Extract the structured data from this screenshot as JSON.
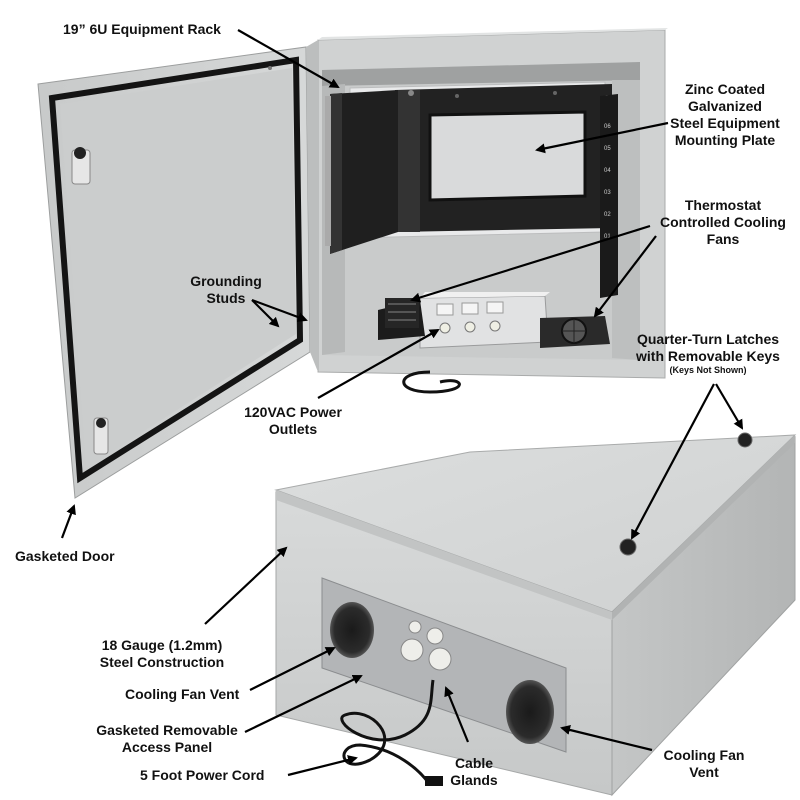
{
  "labels": {
    "rack": "19” 6U Equipment Rack",
    "zinc_line1": "Zinc Coated",
    "zinc_line2": "Galvanized",
    "zinc_line3": "Steel Equipment",
    "zinc_line4": "Mounting Plate",
    "thermo_line1": "Thermostat",
    "thermo_line2": "Controlled Cooling",
    "thermo_line3": "Fans",
    "grounding_line1": "Grounding",
    "grounding_line2": "Studs",
    "latch_line1": "Quarter-Turn Latches",
    "latch_line2": "with Removable Keys",
    "latch_note": "(Keys Not Shown)",
    "outlets_line1": "120VAC Power",
    "outlets_line2": "Outlets",
    "door": "Gasketed Door",
    "gauge_line1": "18 Gauge (1.2mm)",
    "gauge_line2": "Steel Construction",
    "fan_vent_left": "Cooling Fan Vent",
    "panel_line1": "Gasketed Removable",
    "panel_line2": "Access Panel",
    "cord": "5 Foot Power Cord",
    "glands_line1": "Cable",
    "glands_line2": "Glands",
    "fan_vent_right_line1": "Cooling Fan",
    "fan_vent_right_line2": "Vent"
  },
  "rack_numbers": [
    "06",
    "05",
    "04",
    "03",
    "02",
    "01"
  ],
  "colors": {
    "enclosure": "#d4d6d6",
    "enclosure_shadow": "#b9bbbb",
    "interior": "#c9cbcb",
    "gasket": "#1a1a1a",
    "rack": "#1c1c1c",
    "panel_steel": "#b7b9bb",
    "arrow": "#000000"
  }
}
